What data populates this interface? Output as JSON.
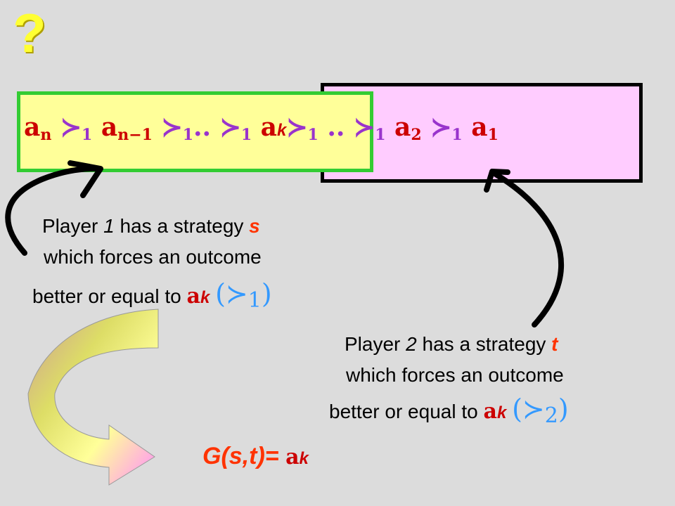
{
  "title_mark": "?",
  "chain": {
    "a": "a",
    "n": "n",
    "n_minus_1": "n−1",
    "k": "k",
    "two": "2",
    "one": "1",
    "succ": "≻",
    "dots": "..",
    "dots2": ".."
  },
  "player1": {
    "line1_prefix": "Player",
    "number": "1",
    "line1_mid": "has a strategy",
    "strategy": "s",
    "line2": "which forces an outcome",
    "line3": "better or equal to",
    "relation_index": "1"
  },
  "player2": {
    "line1_prefix": "Player",
    "number": "2",
    "line1_mid": "has a strategy",
    "strategy": "t",
    "line2": "which forces an outcome",
    "line3": "better or equal to",
    "relation_index": "2"
  },
  "result": {
    "label": "G(s,t)=",
    "k": "k"
  },
  "colors": {
    "background": "#dcdcdc",
    "left_box": "#ffff99",
    "left_border": "#33cc33",
    "right_box": "#ffccff",
    "accent_red": "#cc0000",
    "relation_purple": "#9933cc",
    "paren_blue": "#3399ff",
    "strategy_orange": "#ff3300"
  }
}
